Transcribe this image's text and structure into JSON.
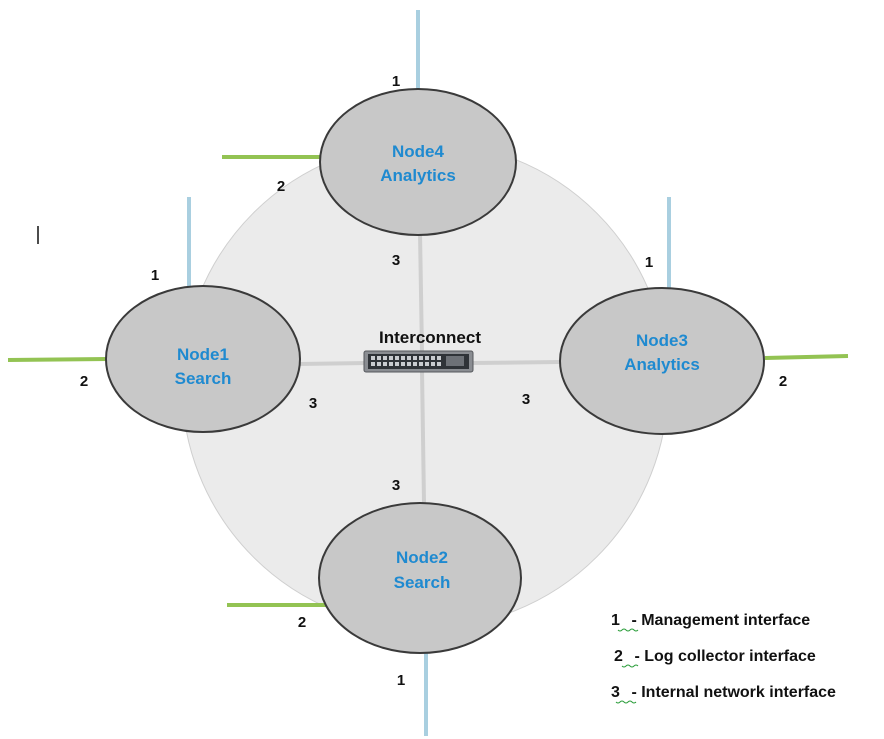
{
  "interconnect": {
    "label": "Interconnect"
  },
  "nodes": {
    "node4": {
      "name": "Node4",
      "role": "Analytics"
    },
    "node1": {
      "name": "Node1",
      "role": "Search"
    },
    "node3": {
      "name": "Node3",
      "role": "Analytics"
    },
    "node2": {
      "name": "Node2",
      "role": "Search"
    }
  },
  "interface_numbers": {
    "management": "1",
    "log_collector": "2",
    "internal": "3"
  },
  "legend": [
    {
      "number": "1",
      "text": " - Management interface"
    },
    {
      "number": "2",
      "text": " - Log collector interface"
    },
    {
      "number": "3",
      "text": " - Internal network interface"
    }
  ],
  "colors": {
    "management_line": "#a9cfe0",
    "log_collector_line": "#93c353",
    "internal_line": "#cfcfcf",
    "node_fill": "#c8c8c8",
    "node_text": "#1f8ad0",
    "ring_fill": "#ebebeb"
  }
}
